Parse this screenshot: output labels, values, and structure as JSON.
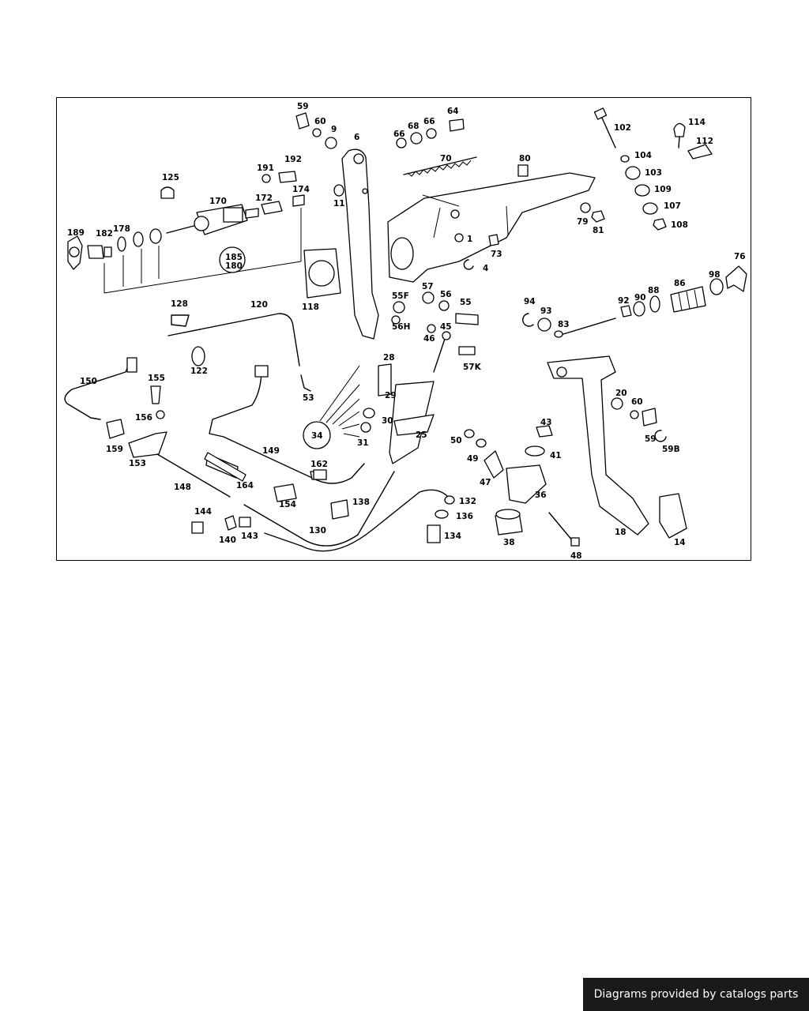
{
  "footer": {
    "credit": "Diagrams provided by catalogs parts"
  },
  "callouts": [
    "59",
    "60",
    "9",
    "6",
    "64",
    "66",
    "68",
    "66",
    "70",
    "80",
    "102",
    "114",
    "112",
    "104",
    "103",
    "109",
    "107",
    "108",
    "125",
    "191",
    "192",
    "174",
    "172",
    "170",
    "189",
    "182",
    "178",
    "185",
    "180",
    "11",
    "118",
    "1",
    "4",
    "73",
    "79",
    "81",
    "76",
    "98",
    "55F",
    "57",
    "56",
    "55",
    "56H",
    "45",
    "46",
    "57K",
    "94",
    "93",
    "83",
    "92",
    "90",
    "88",
    "86",
    "128",
    "120",
    "122",
    "53",
    "150",
    "155",
    "156",
    "159",
    "153",
    "28",
    "29",
    "30",
    "31",
    "34",
    "25",
    "20",
    "60",
    "59",
    "59B",
    "50",
    "49",
    "47",
    "43",
    "41",
    "36",
    "162",
    "149",
    "148",
    "164",
    "154",
    "138",
    "132",
    "136",
    "134",
    "144",
    "140",
    "143",
    "130",
    "38",
    "48",
    "18",
    "14"
  ]
}
